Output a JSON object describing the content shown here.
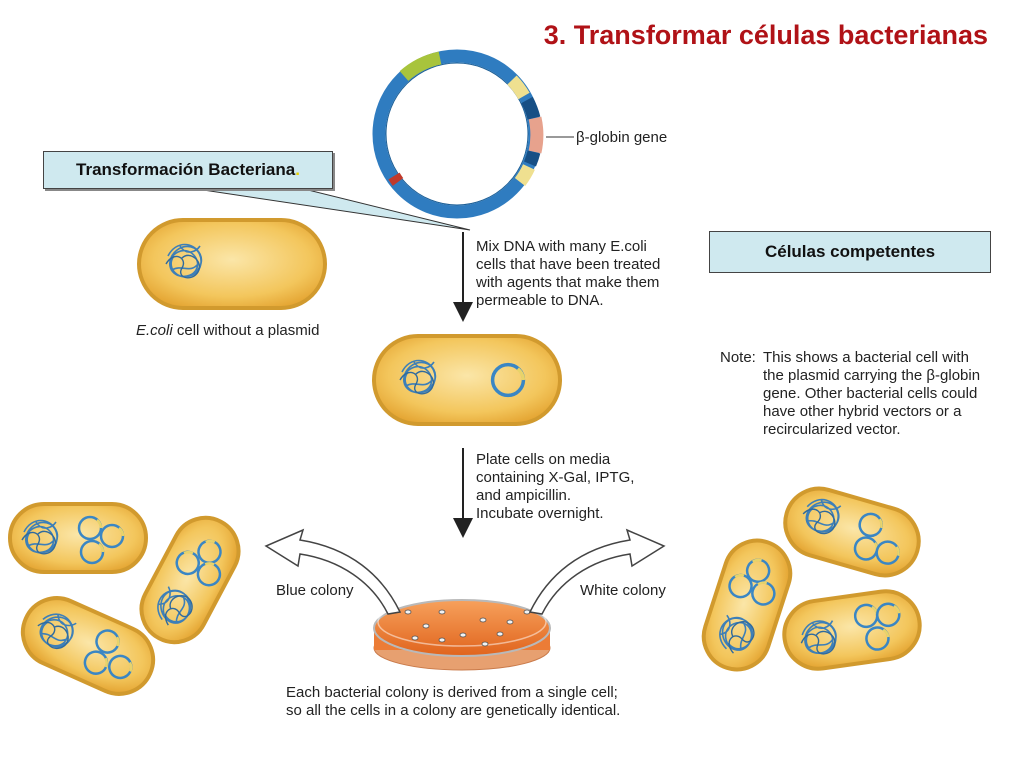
{
  "title": "3. Transformar células bacterianas",
  "callouts": {
    "left_main": "Transformación Bacteriana",
    "left_dot": ".",
    "right": "Células competentes"
  },
  "labels": {
    "plasmid_gene": "β-globin gene",
    "step1": [
      "Mix DNA with many E.coli",
      "cells that have been treated",
      "with agents that make them",
      "permeable to DNA."
    ],
    "ecoli_caption_italic": "E.coli",
    "ecoli_caption_rest": " cell without a plasmid",
    "step2": [
      "Plate cells on media",
      "containing X-Gal, IPTG,",
      "and ampicillin.",
      "Incubate overnight."
    ],
    "note_label": "Note:",
    "note_lines": [
      "This shows a bacterial cell with",
      "the plasmid carrying the β-globin",
      "gene. Other bacterial cells could",
      "have other hybrid vectors or a",
      "recircularized vector."
    ],
    "blue_colony": "Blue colony",
    "white_colony": "White colony",
    "footer": [
      "Each bacterial colony is derived from a single cell;",
      "so all the cells in a colony are genetically identical."
    ]
  },
  "colors": {
    "title": "#b01217",
    "callout_bg": "#cfe9ef",
    "cell_fill": "#f0bc45",
    "cell_border": "#c9922a",
    "dna": "#3d7fb8",
    "plasmid": "#3a86c4",
    "plate": "#f07a2a"
  }
}
